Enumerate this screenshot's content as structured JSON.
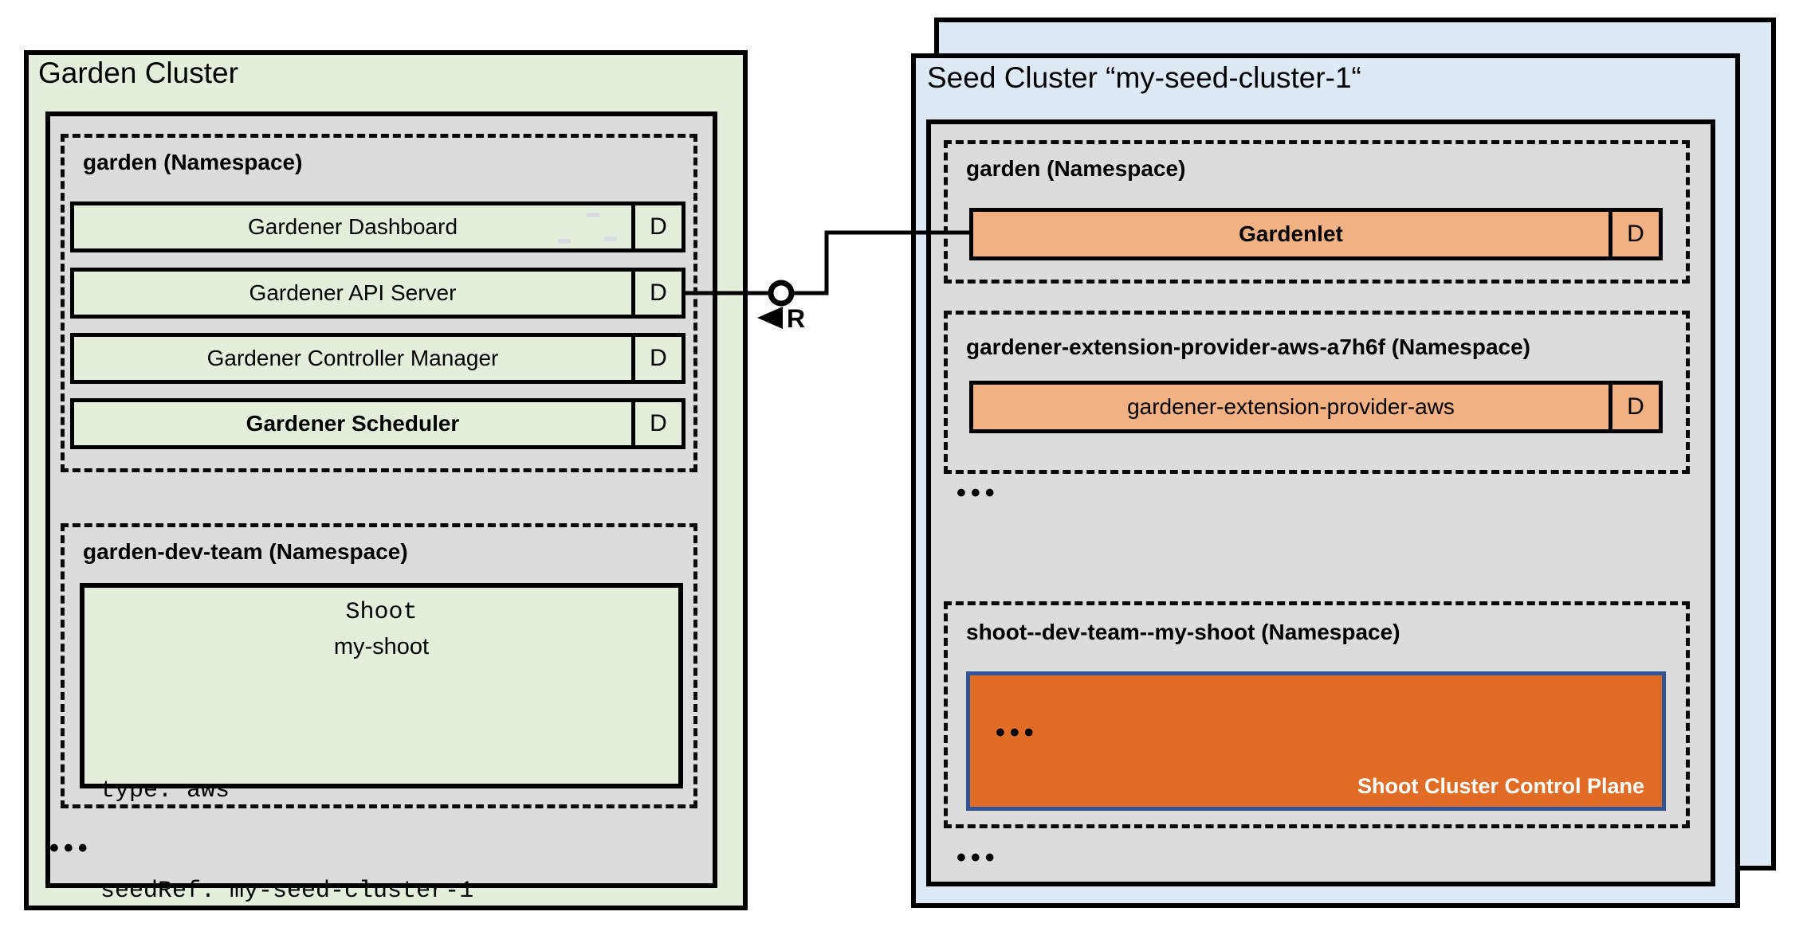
{
  "colors": {
    "garden_cluster_bg": "#e3efda",
    "seed_cluster_bg": "#dde9f5",
    "node_area_bg": "#dcdcdc",
    "seed_component_bg": "#f2b183",
    "control_plane_bg": "#e06c26",
    "control_plane_border": "#2f5597",
    "line_color": "#000000"
  },
  "garden_cluster": {
    "title": "Garden Cluster",
    "garden_namespace": {
      "title": "garden (Namespace)",
      "rows": [
        {
          "label": "Gardener Dashboard",
          "badge": "D"
        },
        {
          "label": "Gardener API Server",
          "badge": "D"
        },
        {
          "label": "Gardener Controller Manager",
          "badge": "D"
        },
        {
          "label": "Gardener Scheduler",
          "badge": "D"
        }
      ]
    },
    "dev_team_namespace": {
      "title": "garden-dev-team (Namespace)",
      "shoot_card": {
        "kind": "Shoot",
        "name": "my-shoot",
        "spec_line_1": "type: aws",
        "spec_line_2": "seedRef: my-seed-cluster-1"
      }
    },
    "ellipsis": "•••"
  },
  "connector": {
    "reconcile_label": "R"
  },
  "seed_cluster": {
    "title": "Seed Cluster “my-seed-cluster-1“",
    "garden_namespace": {
      "title": "garden (Namespace)",
      "row": {
        "label": "Gardenlet",
        "badge": "D"
      }
    },
    "extension_namespace": {
      "title": "gardener-extension-provider-aws-a7h6f (Namespace)",
      "row": {
        "label": "gardener-extension-provider-aws",
        "badge": "D"
      }
    },
    "ellipsis_top": "•••",
    "shoot_namespace": {
      "title": "shoot--dev-team--my-shoot (Namespace)",
      "control_plane": {
        "ellipsis": "•••",
        "label": "Shoot Cluster Control Plane"
      }
    },
    "ellipsis_bottom": "•••"
  }
}
